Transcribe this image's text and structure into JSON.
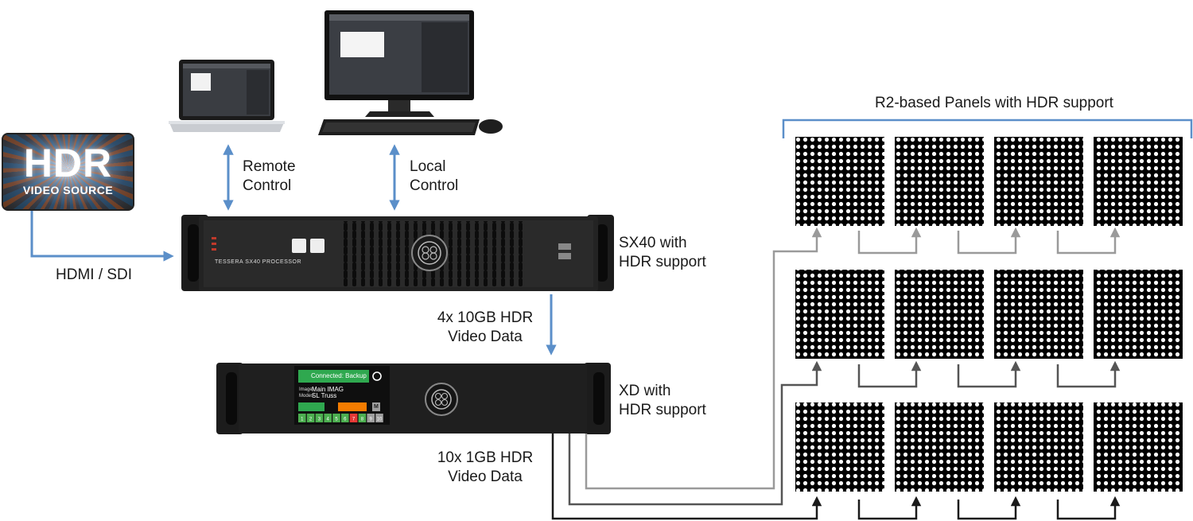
{
  "hdr_source": {
    "big": "HDR",
    "small": "VIDEO SOURCE"
  },
  "labels": {
    "hdmi_sdi": "HDMI / SDI",
    "remote_control": [
      "Remote",
      "Control"
    ],
    "local_control": [
      "Local",
      "Control"
    ],
    "sx40": [
      "SX40 with",
      "HDR support"
    ],
    "sx40_to_xd": [
      "4x 10GB HDR",
      "Video Data"
    ],
    "xd": [
      "XD with",
      "HDR support"
    ],
    "xd_out": [
      "10x 1GB HDR",
      "Video Data"
    ],
    "panels_title": "R2-based Panels with HDR support"
  },
  "sx40_device": {
    "brand": "TESSERA SX40 PROCESSOR"
  },
  "xd_device": {
    "status": "Connected: Backup",
    "rows": [
      {
        "label": "Image",
        "value": "Main IMAG"
      },
      {
        "label": "Modes",
        "value": "SL Truss"
      }
    ],
    "port_numbers": [
      "1",
      "2",
      "3",
      "4",
      "5",
      "6",
      "7",
      "8",
      "9",
      "10"
    ],
    "port_colors": [
      "#4caf50",
      "#4caf50",
      "#4caf50",
      "#4caf50",
      "#4caf50",
      "#4caf50",
      "#e53935",
      "#4caf50",
      "#9e9e9e",
      "#9e9e9e"
    ],
    "button": "M"
  },
  "colors": {
    "accent_blue": "#5b8fc9",
    "cable_light": "#9a9a9a",
    "cable_mid": "#555555",
    "cable_dark": "#1a1a1a"
  }
}
